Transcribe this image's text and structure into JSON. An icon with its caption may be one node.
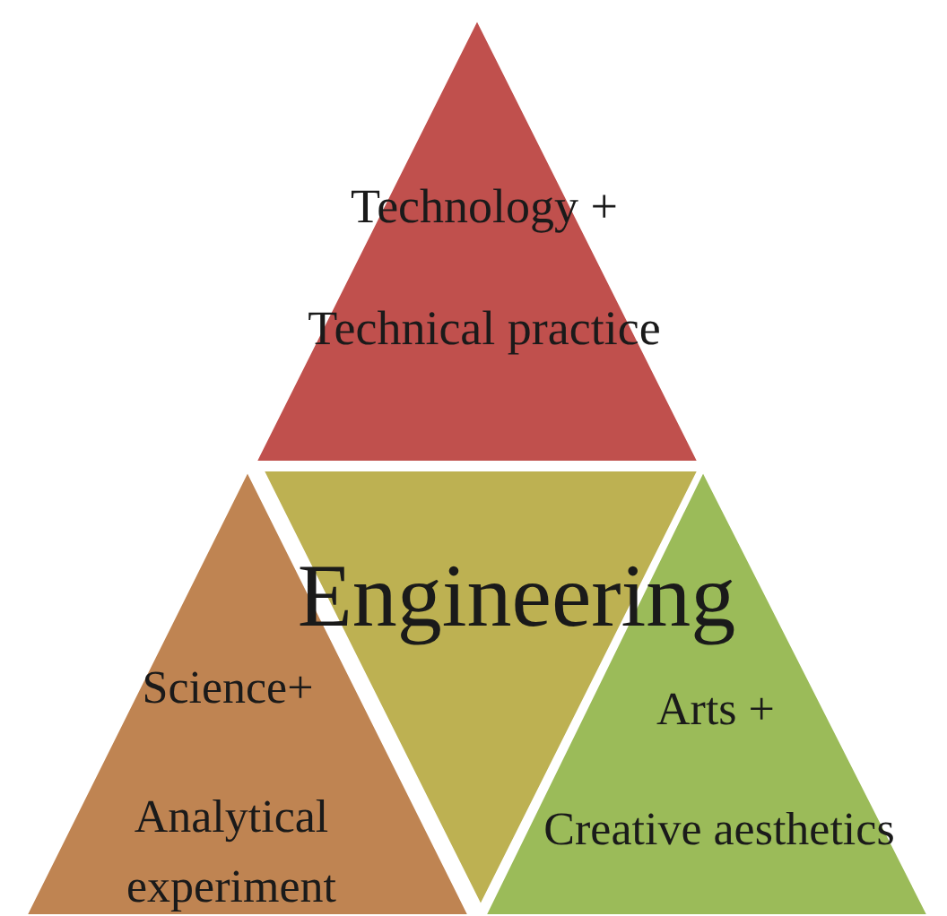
{
  "diagram": {
    "nodes": [
      {
        "text": [
          "Technology +",
          "Technical practice"
        ]
      },
      {
        "text": [
          "Engineering"
        ]
      },
      {
        "text": [
          "Science+",
          "Analytical experiment"
        ]
      },
      {
        "text": [
          "Arts +",
          "Creative aesthetics"
        ]
      }
    ]
  }
}
